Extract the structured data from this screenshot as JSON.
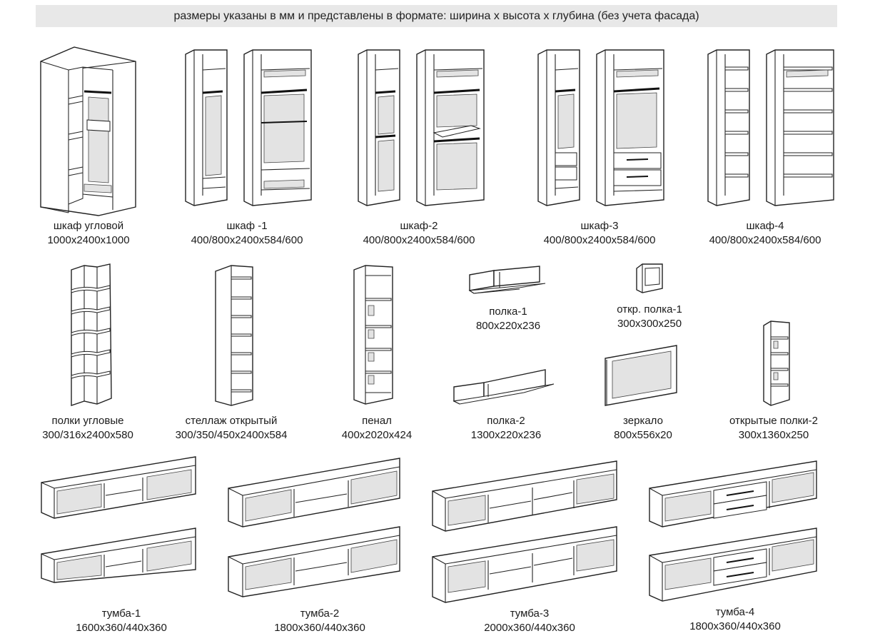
{
  "header": {
    "text": "размеры указаны в мм и представлены в формате: ширина х высота х глубина (без учета фасада)"
  },
  "items": [
    {
      "key": "corner_wardrobe",
      "name": "шкаф угловой",
      "size": "1000x2400x1000"
    },
    {
      "key": "wardrobe_1",
      "name": "шкаф -1",
      "size": "400/800x2400x584/600"
    },
    {
      "key": "wardrobe_2",
      "name": "шкаф-2",
      "size": "400/800x2400x584/600"
    },
    {
      "key": "wardrobe_3",
      "name": "шкаф-3",
      "size": "400/800x2400x584/600"
    },
    {
      "key": "wardrobe_4",
      "name": "шкаф-4",
      "size": "400/800x2400x584/600"
    },
    {
      "key": "corner_shelves",
      "name": "полки угловые",
      "size": "300/316x2400x580"
    },
    {
      "key": "open_rack",
      "name": "стеллаж открытый",
      "size": "300/350/450x2400x584"
    },
    {
      "key": "penal",
      "name": "пенал",
      "size": "400x2020x424"
    },
    {
      "key": "shelf_1",
      "name": "полка-1",
      "size": "800x220x236"
    },
    {
      "key": "open_shelf_1",
      "name": "откр. полка-1",
      "size": "300x300x250"
    },
    {
      "key": "shelf_2",
      "name": "полка-2",
      "size": "1300x220x236"
    },
    {
      "key": "mirror",
      "name": "зеркало",
      "size": "800x556x20"
    },
    {
      "key": "open_shelves_2",
      "name": "открытые полки-2",
      "size": "300x1360x250"
    },
    {
      "key": "tv_stand_1",
      "name": "тумба-1",
      "size": "1600x360/440x360"
    },
    {
      "key": "tv_stand_2",
      "name": "тумба-2",
      "size": "1800x360/440x360"
    },
    {
      "key": "tv_stand_3",
      "name": "тумба-3",
      "size": "2000x360/440x360"
    },
    {
      "key": "tv_stand_4",
      "name": "тумба-4",
      "size": "1800x360/440x360"
    }
  ]
}
